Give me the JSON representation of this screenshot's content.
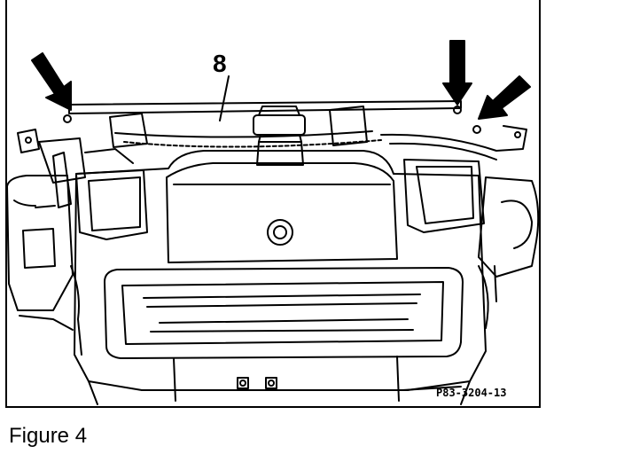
{
  "diagram": {
    "callout_label": "8",
    "part_code": "P83-3204-13",
    "caption": "Figure 4"
  }
}
